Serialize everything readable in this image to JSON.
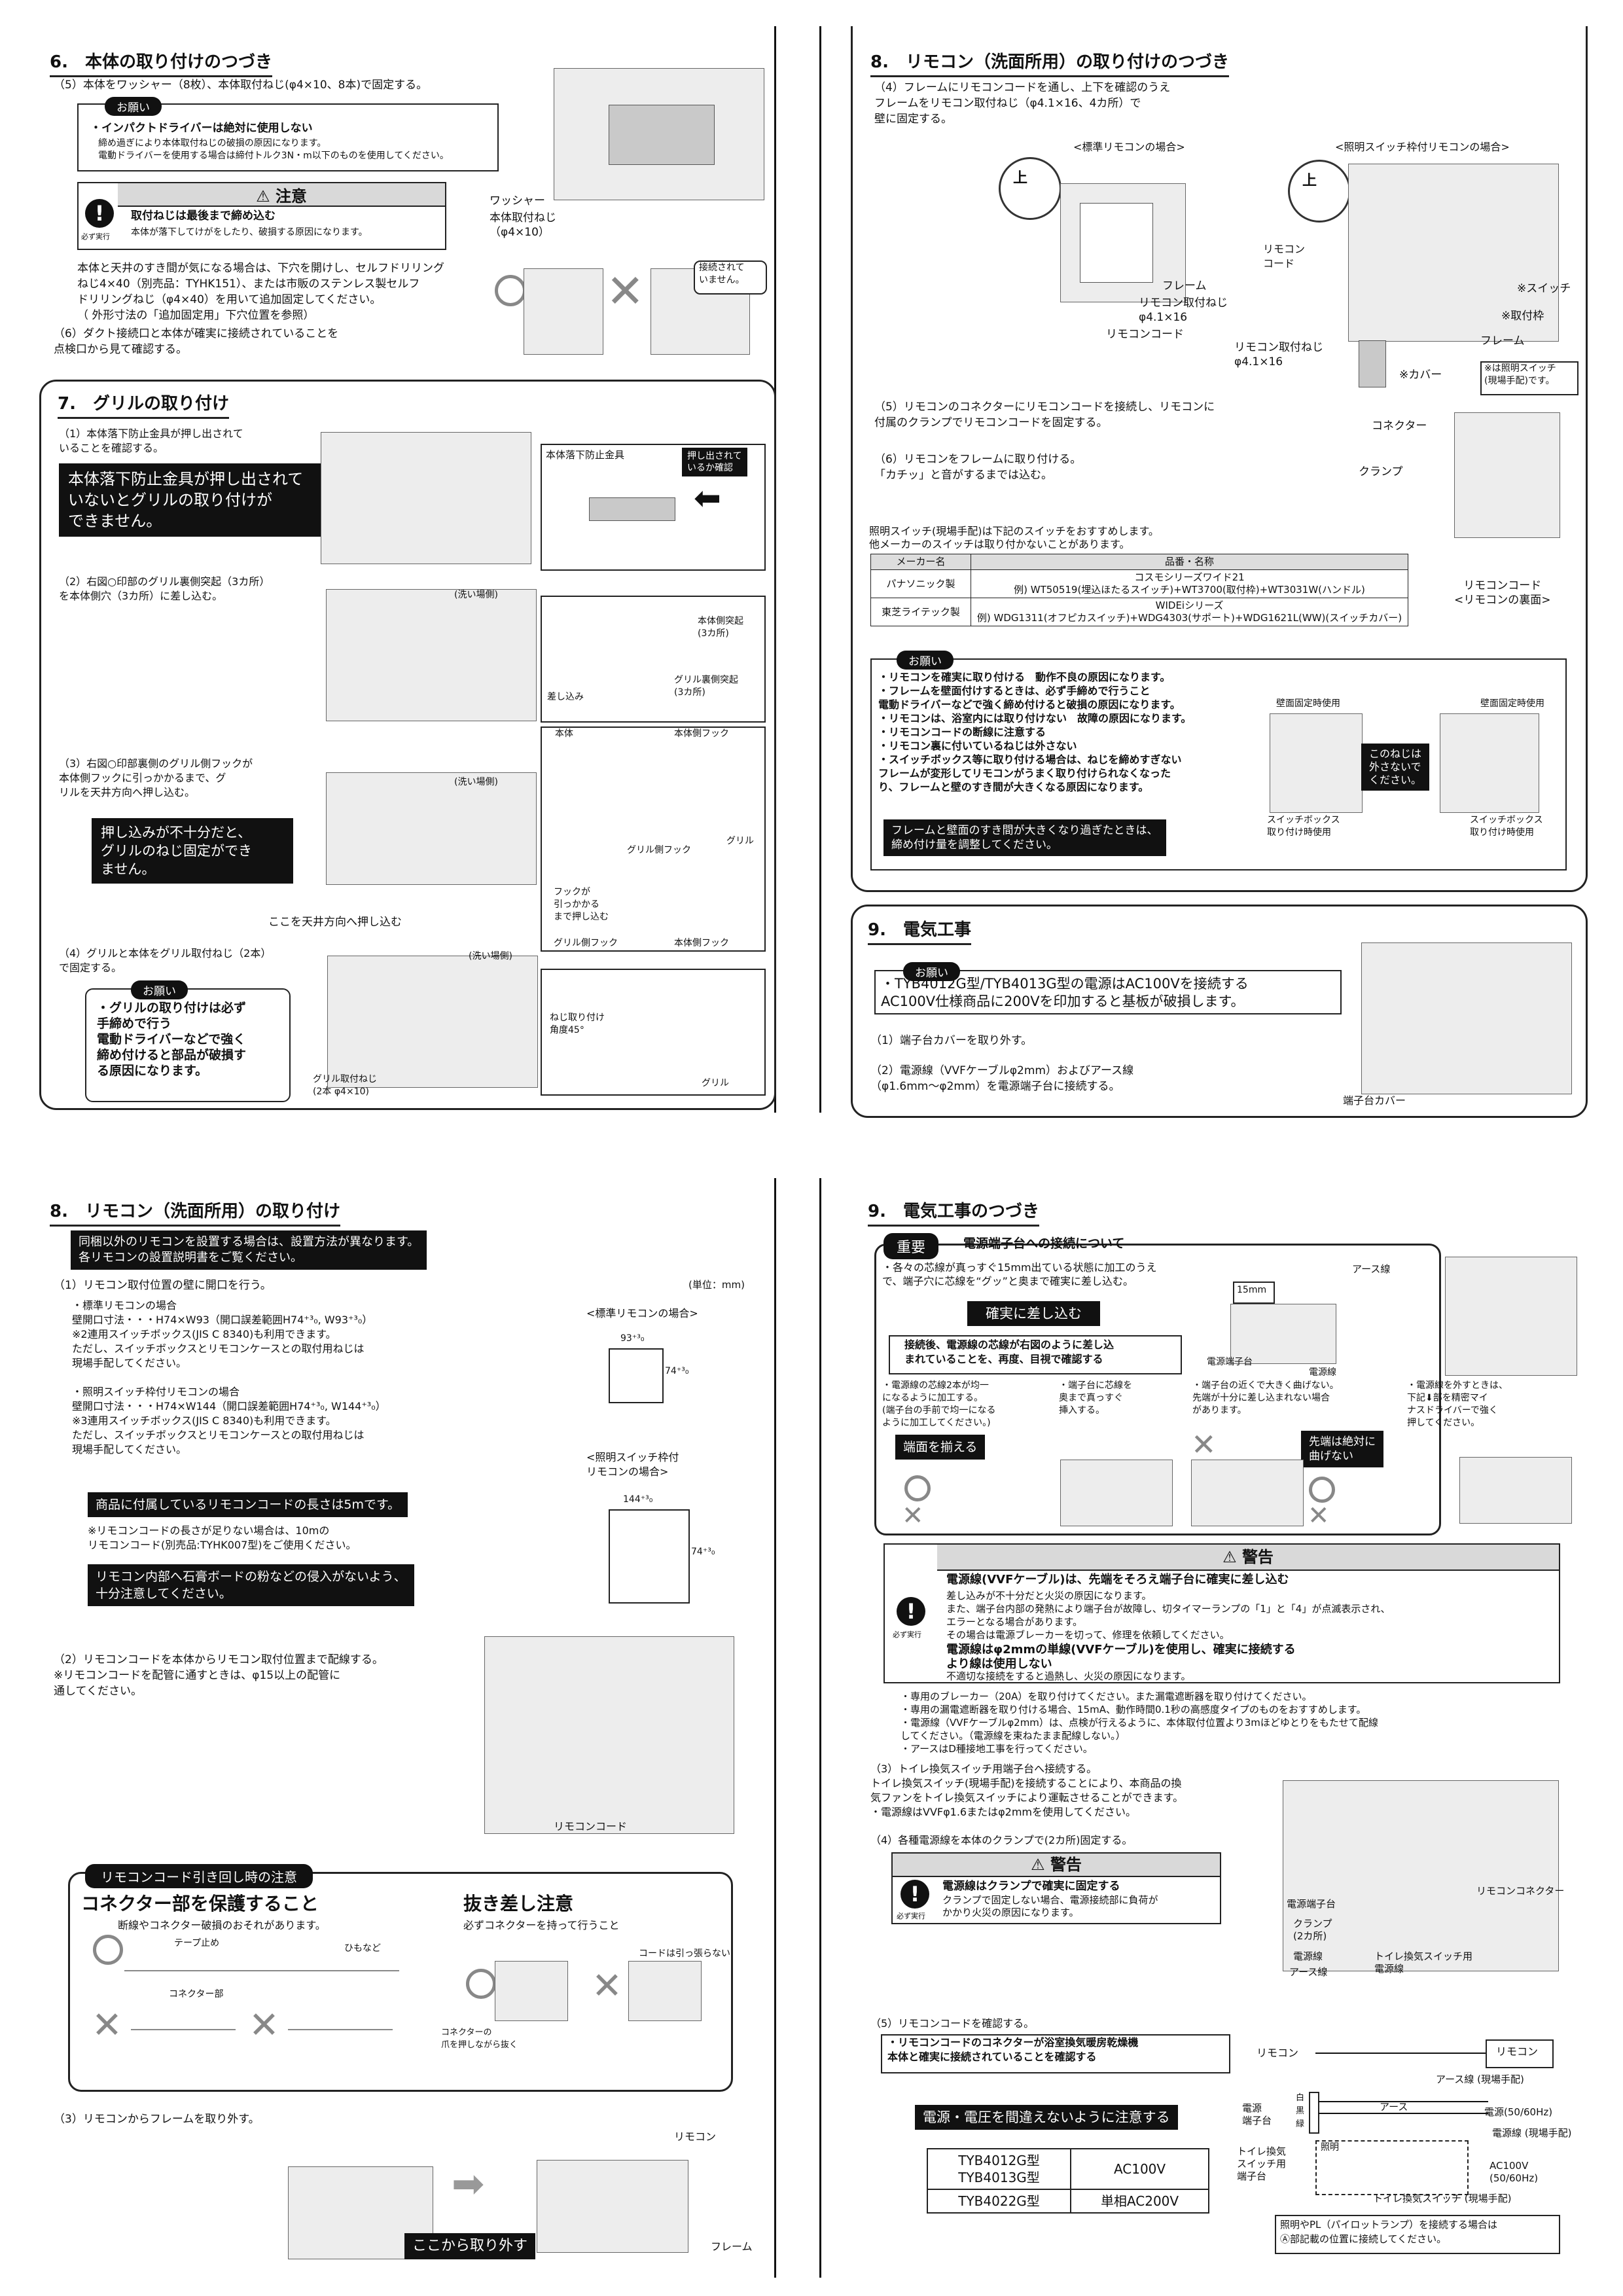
{
  "p1": {
    "s6_title": "6.　本体の取り付けのつづき",
    "s6_step5": "（5）本体をワッシャー（8枚）、本体取付ねじ(φ4×10、8本)で固定する。",
    "onegai": "お願い",
    "s6_req_title": "・インパクトドライバーは絶対に使用しない",
    "s6_req_body": "締め過ぎにより本体取付ねじの破損の原因になります。\n電動ドライバーを使用する場合は締付トルク3N・m以下のものを使用してください。",
    "chui": "注意",
    "hisu": "必ず実行",
    "s6_caution_title": "取付ねじは最後まで締め込む",
    "s6_caution_body": "本体が落下してけがをしたり、破損する原因になります。",
    "lbl_washer": "ワッシャー",
    "lbl_screw": "本体取付ねじ\n（φ4×10）",
    "s6_para": "本体と天井のすき間が気になる場合は、下穴を開けし、セルフドリリング\nねじ4×40（別売品：TYHK151）、または市販のステンレス製セルフ\nドリリングねじ（φ4×40）を用いて追加固定してください。\n（ 外形寸法の「追加固定用」下穴位置を参照）",
    "lbl_not_conn": "接続されて\nいません。",
    "s6_step6": "（6）ダクト接続口と本体が確実に接続されていることを\n点検口から見て確認する。",
    "s7_title": "7.　グリルの取り付け",
    "s7_step1": "（1）本体落下防止金具が押し出されて\nいることを確認する。",
    "s7_blk1": "本体落下防止金具が押し出されて\nいないとグリルの取り付けが\nできません。",
    "lbl_rakka": "本体落下防止金具",
    "lbl_oshidasi": "押し出されて\nいるか確認",
    "s7_step2": "（2）右図○印部のグリル裏側突起（3カ所）\nを本体側穴（3カ所）に差し込む。",
    "lbl_araiba": "(洗い場側)",
    "lbl_honttai_toki": "本体側突起\n(3カ所)",
    "lbl_grill_toki": "グリル裏側突起\n(3カ所)",
    "lbl_sashikomi": "差し込み",
    "s7_step3": "（3）右図○印部裏側のグリル側フックが\n本体側フックに引っかかるまで、グ\nリルを天井方向へ押し込む。",
    "s7_blk2": "押し込みが不十分だと、\nグリルのねじ固定ができ\nません。",
    "lbl_push_here": "ここを天井方向へ押し込む",
    "lbl_honttai": "本体",
    "lbl_honttai_hook": "本体側フック",
    "lbl_grill_hook": "グリル側フック",
    "lbl_grill": "グリル",
    "lbl_hook_note": "フックが\n引っかかる\nまで押し込む",
    "s7_step4": "（4）グリルと本体をグリル取付ねじ（2本）\nで固定する。",
    "s7_req": "・グリルの取り付けは必ず\n手締めで行う\n電動ドライバーなどで強く\n締め付けると部品が破損す\nる原因になります。",
    "lbl_grill_screw": "グリル取付ねじ\n(2本 φ4×10)",
    "lbl_angle": "ねじ取り付け\n角度45°"
  },
  "p2": {
    "s8_title": "8.　リモコン（洗面所用）の取り付けのつづき",
    "s8_step4": "（4）フレームにリモコンコードを通し、上下を確認のうえ\nフレームをリモコン取付ねじ（φ4.1×16、4カ所）で\n壁に固定する。",
    "lbl_std": "<標準リモコンの場合>",
    "lbl_sw": "<照明スイッチ枠付リモコンの場合>",
    "lbl_ue": "上",
    "lbl_frame": "フレーム",
    "lbl_rc_screw": "リモコン取付ねじ\nφ4.1×16",
    "lbl_rc_cord": "リモコンコード",
    "lbl_switch": "※スイッチ",
    "lbl_toritsukewaku": "※取付枠",
    "lbl_cover": "※カバー",
    "lbl_sw_note": "※は照明スイッチ\n(現場手配)です。",
    "s8_step5": "（5）リモコンのコネクターにリモコンコードを接続し、リモコンに\n付属のクランプでリモコンコードを固定する。",
    "s8_step6": "（6）リモコンをフレームに取り付ける。\n「カチッ」と音がするまでは込む。",
    "lbl_connector": "コネクター",
    "lbl_clamp": "クランプ",
    "lbl_rc_back": "リモコンコード\n<リモコンの裏面>",
    "s8_sw_rec": "照明スイッチ(現場手配)は下記のスイッチをおすすめします。\n他メーカーのスイッチは取り付かないことがあります。",
    "table": [
      [
        "メーカー名",
        "品番・名称"
      ],
      [
        "パナソニック製",
        "コスモシリーズワイド21\n例) WT50519(埋込ほたるスイッチ)+WT3700(取付枠)+WT3031W(ハンドル)"
      ],
      [
        "東芝ライテック製",
        "WIDEiシリーズ\n例) WDG1311(オフピカスイッチ)+WDG4303(サポート)+WDG1621L(WW)(スイッチカバー)"
      ]
    ],
    "s8_req": "・リモコンを確実に取り付ける　動作不良の原因になります。\n・フレームを壁面付けするときは、必ず手締めで行うこと\n電動ドライバーなどで強く締め付けると破損の原因になります。\n・リモコンは、浴室内には取り付けない　故障の原因になります。\n・リモコンコードの断線に注意する\n・リモコン裏に付いているねじは外さない\n・スイッチボックス等に取り付ける場合は、ねじを締めすぎない\nフレームが変形してリモコンがうまく取り付けられなくなった\nり、フレームと壁のすき間が大きくなる原因になります。",
    "s8_blk": "フレームと壁面のすき間が大きくなり過ぎたときは、\n締め付け量を調整してください。",
    "lbl_wall": "壁面固定時使用",
    "lbl_neji": "このねじは\n外さないで\nください。",
    "lbl_swbox": "スイッチボックス\n取り付け時使用",
    "s9_title": "9.　電気工事",
    "s9_req": "・TYB4012G型/TYB4013G型の電源はAC100Vを接続する\nAC100V仕様商品に200Vを印加すると基板が破損します。",
    "s9_step1": "（1）端子台カバーを取り外す。",
    "s9_step2": "（2）電源線（VVFケーブルφ2mm）およびアース線\n（φ1.6mm～φ2mm）を電源端子台に接続する。",
    "lbl_tanshi_cover": "端子台カバー"
  },
  "p3": {
    "s8_title": "8.　リモコン（洗面所用）の取り付け",
    "blk_top": "同梱以外のリモコンを設置する場合は、設置方法が異なります。\n各リモコンの設置説明書をご覧ください。",
    "step1": "（1）リモコン取付位置の壁に開口を行う。",
    "unit": "(単位：mm)",
    "std_body": "・標準リモコンの場合\n壁開口寸法・・・H74×W93（開口誤差範囲H74⁺³₀, W93⁺³₀）\n※2連用スイッチボックス(JIS C 8340)も利用できます。\nただし、スイッチボックスとリモコンケースとの取付用ねじは\n現場手配してください。",
    "sw_body": "・照明スイッチ枠付リモコンの場合\n壁開口寸法・・・H74×W144（開口誤差範囲H74⁺³₀, W144⁺³₀）\n※3連用スイッチボックス(JIS C 8340)も利用できます。\nただし、スイッチボックスとリモコンケースとの取付用ねじは\n現場手配してください。",
    "lbl_std": "<標準リモコンの場合>",
    "lbl_sw": "<照明スイッチ枠付\nリモコンの場合>",
    "dim_93": "93⁺³₀",
    "dim_74a": "74⁺³₀",
    "dim_144": "144⁺³₀",
    "dim_74b": "74⁺³₀",
    "blk_cord": "商品に付属しているリモコンコードの長さは5mです。",
    "cord_note": "※リモコンコードの長さが足りない場合は、10mの\nリモコンコード(別売品:TYHK007型)をご使用ください。",
    "blk_dust": "リモコン内部へ石膏ボードの粉などの侵入がないよう、\n十分注意してください。",
    "step2": "（2）リモコンコードを本体からリモコン取付位置まで配線する。\n※リモコンコードを配管に通すときは、φ15以上の配管に\n通してください。",
    "lbl_rc_cord": "リモコンコード",
    "pill_cord": "リモコンコード引き回し時の注意",
    "prot_title": "コネクター部を保護すること",
    "prot_sub": "断線やコネクター破損のおそれがあります。",
    "lbl_tape": "テープ止め",
    "lbl_himo": "ひもなど",
    "lbl_conn_part": "コネクター部",
    "pull_title": "抜き差し注意",
    "pull_sub": "必ずコネクターを持って行うこと",
    "lbl_nopull": "コードは引っ張らない",
    "lbl_tsume": "コネクターの\n爪を押しながら抜く",
    "step3": "（3）リモコンからフレームを取り外す。",
    "lbl_rimokon": "リモコン",
    "lbl_frame": "フレーム",
    "blk_remove": "ここから取り外す"
  },
  "p4": {
    "s9_title": "9.　電気工事のつづき",
    "juyo": "重要",
    "juyo_title": "電源端子台への接続について",
    "juyo_body": "・各々の芯線が真っすぐ15mm出ている状態に加工のうえ\nで、端子穴に芯線を“グッ”と奥まで確実に差し込む。",
    "blk_sashikomu": "確実に差し込む",
    "juyo_box": "接続後、電源線の芯線が右図のように差し込\nまれていることを、再度、目視で確認する",
    "lbl_15mm": "15mm",
    "lbl_earth": "アース線",
    "lbl_denryoku_tanshi": "電源端子台",
    "lbl_dengensen": "電源線",
    "p1": "・電源線の芯線2本が均一\nになるように加工する。\n(端子台の手前で均一になる\nように加工してください。)",
    "p2": "・端子台に芯線を\n奥まで真っすぐ\n挿入する。",
    "p3": "・端子台の近くで大きく曲げない。\n先端が十分に差し込まれない場合\nがあります。",
    "p4": "・電源線を外すときは、\n下記⬇部を精密マイ\nナスドライバーで強く\n押してください。",
    "blk_tanmen": "端面を揃える",
    "blk_magenai": "先端は絶対に\n曲げない",
    "keikoku": "警告",
    "hisu": "必ず実行",
    "w1_title": "電源線(VVFケーブル)は、先端をそろえ端子台に確実に差し込む",
    "w1_body": "差し込みが不十分だと火災の原因になります。\nまた、端子台内部の発熱により端子台が故障し、切タイマーランプの「1」と「4」が点滅表示され、\nエラーとなる場合があります。\nその場合は電源ブレーカーを切って、修理を依頼してください。",
    "w2_title": "電源線はφ2mmの単線(VVFケーブル)を使用し、確実に接続する\nより線は使用しない",
    "w2_body": "不適切な接続をすると過熱し、火災の原因になります。",
    "notes": "・専用のブレーカー（20A）を取り付けてください。また漏電遮断器を取り付けてください。\n・専用の漏電遮断器を取り付ける場合、15mA、動作時間0.1秒の高感度タイプのものをおすすめします。\n・電源線（VVFケーブルφ2mm）は、点検が行えるように、本体取付位置より3mほどゆとりをもたせて配線\nしてください。（電源線を束ねたまま配線しない。）\n・アースはD種接地工事を行ってください。",
    "step3": "（3）トイレ換気スイッチ用端子台へ接続する。\nトイレ換気スイッチ(現場手配)を接続することにより、本商品の換\n気ファンをトイレ換気スイッチにより運転させることができます。\n・電源線はVVFφ1.6またはφ2mmを使用してください。",
    "step4": "（4）各種電源線を本体のクランプで(2カ所)固定する。",
    "w3_title": "電源線はクランプで確実に固定する",
    "w3_body": "クランプで固定しない場合、電源接続部に負荷が\nかかり火災の原因になります。",
    "lbl_rc_connector": "リモコンコネクター",
    "lbl_tanshidai": "電源端子台",
    "lbl_clamp": "クランプ\n(2カ所)",
    "lbl_dengen": "電源線",
    "lbl_earth2": "アース線",
    "lbl_toilet": "トイレ換気スイッチ用\n電源線",
    "step5": "（5）リモコンコードを確認する。",
    "step5_box": "・リモコンコードのコネクターが浴室換気暖房乾燥機\n本体と確実に接続されていることを確認する",
    "blk_voltage": "電源・電圧を間違えないように注意する",
    "model_table": [
      [
        "TYB4012G型\nTYB4013G型",
        "AC100V"
      ],
      [
        "TYB4022G型",
        "単相AC200V"
      ]
    ],
    "w_rimokon_l": "リモコン",
    "w_rimokon_r": "リモコン",
    "w_earth_genba": "アース線 (現場手配)",
    "w_earth": "アース",
    "w_dengen_tanshi": "電源\n端子台",
    "w_dengen_60": "電源(50/60Hz)",
    "w_dengensen_genba": "電源線 (現場手配)",
    "w_toilet_tanshi": "トイレ換気\nスイッチ用\n端子台",
    "w_shomei": "照明",
    "w_ac100": "AC100V\n(50/60Hz)",
    "w_toilet_sw": "トイレ換気スイッチ (現場手配)",
    "w_shiro": "白",
    "w_kuro": "黒",
    "w_midori": "緑",
    "w_note": "照明やPL（パイロットランプ）を接続する場合は\nⒶ部記載の位置に接続してください。"
  }
}
